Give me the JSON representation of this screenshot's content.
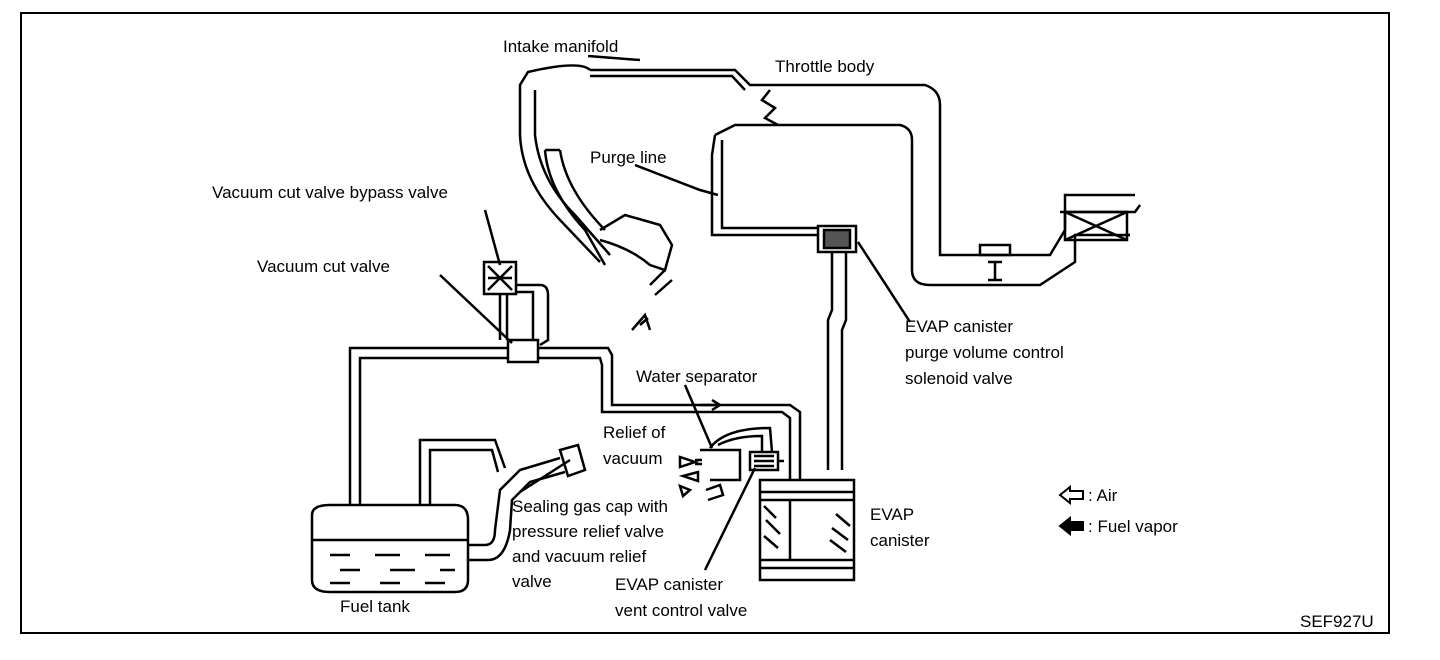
{
  "labels": {
    "intake_manifold": "Intake manifold",
    "throttle_body": "Throttle body",
    "purge_line": "Purge line",
    "vacuum_cut_valve_bypass_valve": "Vacuum cut valve bypass valve",
    "vacuum_cut_valve": "Vacuum cut valve",
    "evap_purge_valve_1": "EVAP canister",
    "evap_purge_valve_2": "purge volume control",
    "evap_purge_valve_3": "solenoid valve",
    "water_separator": "Water separator",
    "relief_of_1": "Relief of",
    "relief_of_2": "vacuum",
    "gas_cap_1": "Sealing gas cap with",
    "gas_cap_2": "pressure relief valve",
    "gas_cap_3": "and vacuum relief",
    "gas_cap_4": "valve",
    "evap_canister_1": "EVAP",
    "evap_canister_2": "canister",
    "vent_valve_1": "EVAP canister",
    "vent_valve_2": "vent control valve",
    "fuel_tank": "Fuel tank",
    "code": "SEF927U"
  },
  "legend": {
    "air": ": Air",
    "fuel_vapor": ": Fuel vapor"
  },
  "icons": [
    "open-arrow-icon",
    "filled-arrow-icon"
  ]
}
